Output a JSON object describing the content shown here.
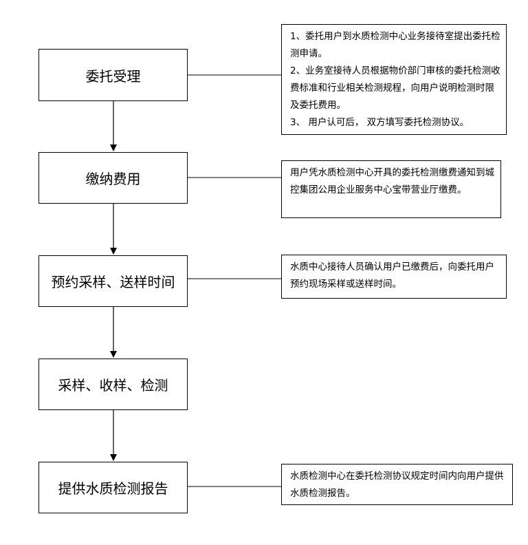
{
  "steps": [
    "委托受理",
    "缴纳费用",
    "预约采样、送样时间",
    "采样、收样、检测",
    "提供水质检测报告"
  ],
  "notes": {
    "accept": [
      "1、委托用户到水质检测中心业务接待室提出委托检测申请。",
      "2、业务室接待人员根据物价部门审核的委托检测收费标准和行业相关检测规程，向用户说明检测时限及委托费用。",
      "3、 用户认可后， 双方填写委托检测协议。"
    ],
    "fee": "用户凭水质检测中心开具的委托检测缴费通知到城控集团公用企业服务中心宝带营业厅缴费。",
    "appointment": "水质中心接待人员确认用户已缴费后，向委托用户预约现场采样或送样时间。",
    "report": "水质检测中心在委托检测协议规定时间内向用户提供水质检测报告。"
  }
}
